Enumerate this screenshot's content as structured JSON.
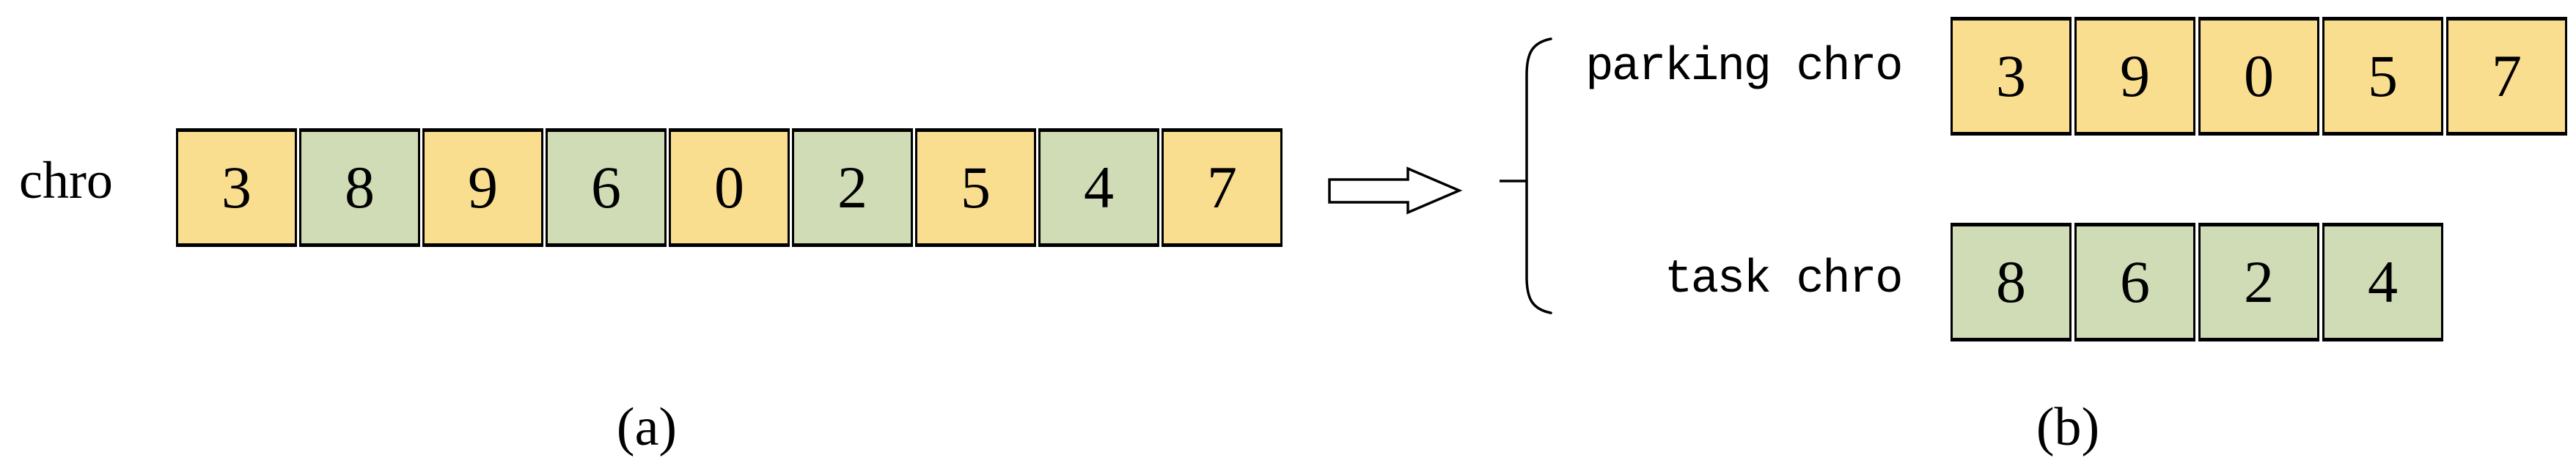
{
  "colors": {
    "yellow": "#FADE8F",
    "green": "#CFDCB5",
    "border": "#000000",
    "background": "#FFFFFF"
  },
  "panel_a": {
    "caption": "(a)",
    "row_label": "chro",
    "cells": [
      {
        "value": "3",
        "color": "yellow"
      },
      {
        "value": "8",
        "color": "green"
      },
      {
        "value": "9",
        "color": "yellow"
      },
      {
        "value": "6",
        "color": "green"
      },
      {
        "value": "0",
        "color": "yellow"
      },
      {
        "value": "2",
        "color": "green"
      },
      {
        "value": "5",
        "color": "yellow"
      },
      {
        "value": "4",
        "color": "green"
      },
      {
        "value": "7",
        "color": "yellow"
      }
    ]
  },
  "panel_b": {
    "caption": "(b)",
    "rows": [
      {
        "label": "parking chro",
        "cells": [
          {
            "value": "3",
            "color": "yellow"
          },
          {
            "value": "9",
            "color": "yellow"
          },
          {
            "value": "0",
            "color": "yellow"
          },
          {
            "value": "5",
            "color": "yellow"
          },
          {
            "value": "7",
            "color": "yellow"
          }
        ]
      },
      {
        "label": "task chro",
        "cells": [
          {
            "value": "8",
            "color": "green"
          },
          {
            "value": "6",
            "color": "green"
          },
          {
            "value": "2",
            "color": "green"
          },
          {
            "value": "4",
            "color": "green"
          }
        ]
      }
    ]
  },
  "icons": {
    "arrow": "right-block-arrow",
    "brace": "left-brace"
  }
}
